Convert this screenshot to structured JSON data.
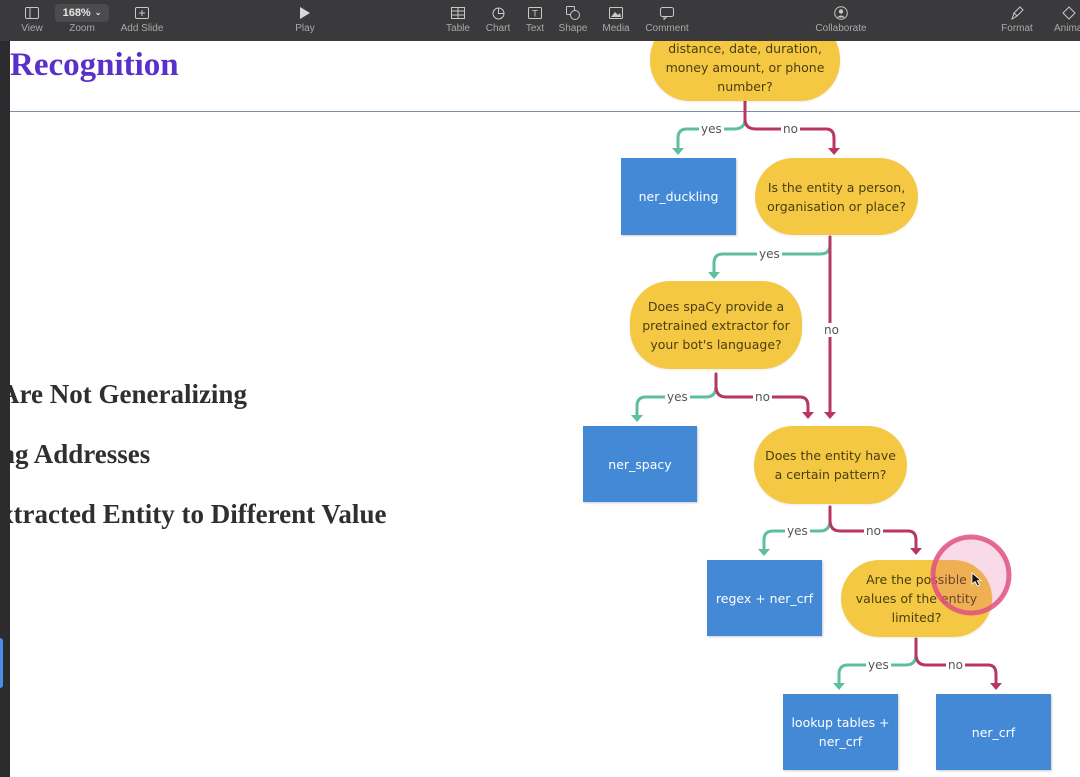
{
  "toolbar": {
    "view": "View",
    "zoom_value": "168%",
    "zoom": "Zoom",
    "add_slide": "Add Slide",
    "play": "Play",
    "table": "Table",
    "chart": "Chart",
    "text": "Text",
    "shape": "Shape",
    "media": "Media",
    "comment": "Comment",
    "collaborate": "Collaborate",
    "format": "Format",
    "animate": "Anima"
  },
  "slide": {
    "title": "Recognition",
    "bullets": [
      "Are Not Generalizing",
      "ng Addresses",
      "xtracted Entity to Different Value"
    ]
  },
  "flowchart": {
    "questions": [
      "distance, date, duration, money amount, or phone number?",
      "Is the entity a person, organisation or place?",
      "Does spaCy provide a pretrained extractor for your bot's language?",
      "Does the entity have a certain pattern?",
      "Are the possible values of the entity limited?"
    ],
    "answers": [
      "ner_duckling",
      "ner_spacy",
      "regex + ner_crf",
      "lookup tables + ner_crf",
      "ner_crf"
    ],
    "yes": "yes",
    "no": "no",
    "colors": {
      "yes": "#5dbf9f",
      "no": "#b8375d",
      "question": "#f4c843",
      "answer": "#4389d6"
    }
  }
}
